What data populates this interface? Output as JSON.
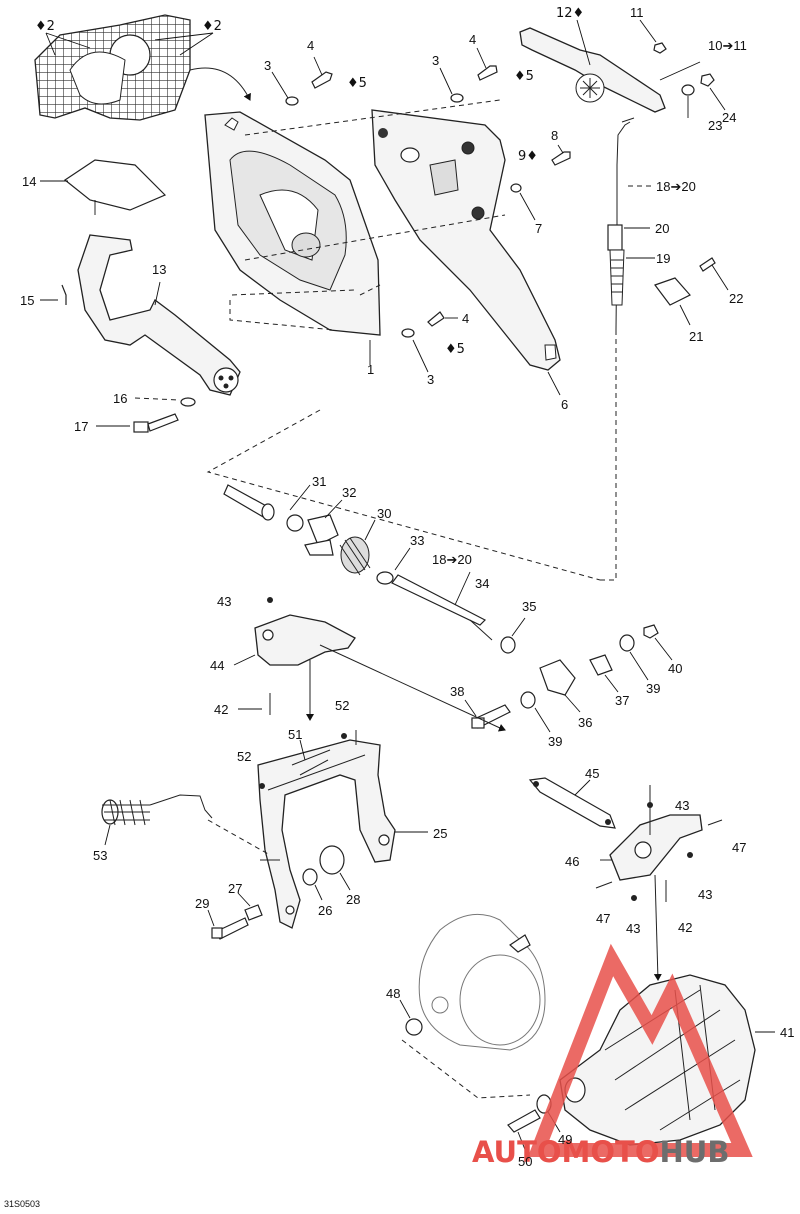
{
  "diagram": {
    "code": "31S0503",
    "logo": {
      "part1": "AUTO",
      "part2": "MOTO",
      "part3": "HUB",
      "color_red": "#e8504a",
      "color_gray": "#6d6d6d"
    },
    "labels": {
      "l1": "1",
      "l2a": "♦2",
      "l2b": "♦2",
      "l3a": "3",
      "l3b": "3",
      "l3c": "3",
      "l4a": "4",
      "l4b": "4",
      "l4c": "4",
      "l5a": "♦5",
      "l5b": "♦5",
      "l5c": "♦5",
      "l6": "6",
      "l7": "7",
      "l8": "8",
      "l9": "9♦",
      "l1011": "10➔11",
      "l11": "11",
      "l12": "12♦",
      "l13": "13",
      "l14": "14",
      "l15": "15",
      "l16": "16",
      "l17": "17",
      "l1820a": "18➔20",
      "l1820b": "18➔20",
      "l19": "19",
      "l20": "20",
      "l21": "21",
      "l22": "22",
      "l23": "23",
      "l24": "24",
      "l25": "25",
      "l26": "26",
      "l27": "27",
      "l28": "28",
      "l29": "29",
      "l30": "30",
      "l31": "31",
      "l32": "32",
      "l33": "33",
      "l34": "34",
      "l35": "35",
      "l36": "36",
      "l37": "37",
      "l38": "38",
      "l39a": "39",
      "l39b": "39",
      "l40": "40",
      "l41": "41",
      "l42a": "42",
      "l42b": "42",
      "l43a": "43",
      "l43b": "43",
      "l43c": "43",
      "l43d": "43",
      "l44": "44",
      "l45": "45",
      "l46": "46",
      "l47a": "47",
      "l47b": "47",
      "l48": "48",
      "l49": "49",
      "l50": "50",
      "l51": "51",
      "l52a": "52",
      "l52b": "52",
      "l53": "53"
    }
  }
}
